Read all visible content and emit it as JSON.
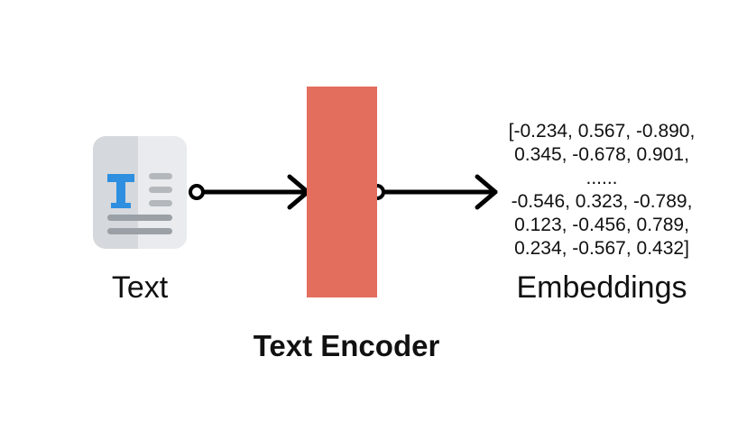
{
  "input": {
    "label": "Text",
    "icon": "text-document-icon"
  },
  "encoder": {
    "label": "Text Encoder",
    "color": "#e46e5d"
  },
  "output": {
    "label": "Embeddings",
    "values": [
      "[-0.234, 0.567, -0.890,",
      "0.345, -0.678, 0.901,",
      "......",
      "-0.546, 0.323, -0.789,",
      "0.123, -0.456, 0.789,",
      "0.234, -0.567, 0.432]"
    ]
  }
}
